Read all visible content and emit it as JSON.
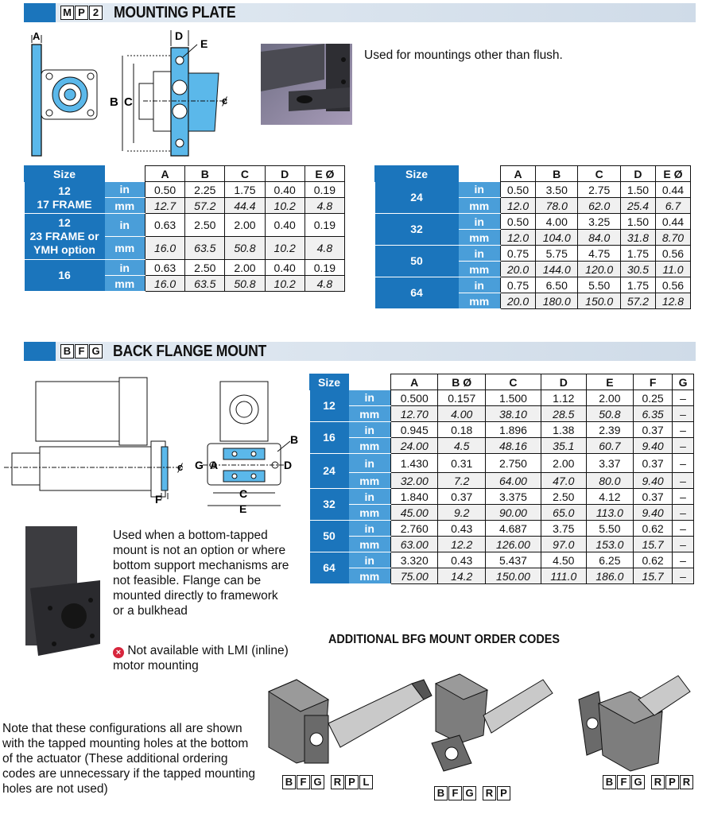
{
  "mp2": {
    "codes": [
      "M",
      "P",
      "2"
    ],
    "title": "MOUNTING PLATE",
    "description": "Used for mountings other than flush.",
    "dim_labels": {
      "a": "A",
      "b": "B",
      "c": "C",
      "d": "D",
      "e": "E",
      "cl": "ȼ"
    },
    "table_left": {
      "header": [
        "Size",
        "A",
        "B",
        "C",
        "D",
        "E Ø"
      ],
      "rows": [
        {
          "size": [
            "12",
            "17 FRAME"
          ],
          "in": [
            "0.50",
            "2.25",
            "1.75",
            "0.40",
            "0.19"
          ],
          "mm": [
            "12.7",
            "57.2",
            "44.4",
            "10.2",
            "4.8"
          ]
        },
        {
          "size": [
            "12",
            "23 FRAME or",
            "YMH option"
          ],
          "in": [
            "0.63",
            "2.50",
            "2.00",
            "0.40",
            "0.19"
          ],
          "mm": [
            "16.0",
            "63.5",
            "50.8",
            "10.2",
            "4.8"
          ]
        },
        {
          "size": [
            "16"
          ],
          "in": [
            "0.63",
            "2.50",
            "2.00",
            "0.40",
            "0.19"
          ],
          "mm": [
            "16.0",
            "63.5",
            "50.8",
            "10.2",
            "4.8"
          ]
        }
      ]
    },
    "table_right": {
      "header": [
        "Size",
        "A",
        "B",
        "C",
        "D",
        "E Ø"
      ],
      "rows": [
        {
          "size": [
            "24"
          ],
          "in": [
            "0.50",
            "3.50",
            "2.75",
            "1.50",
            "0.44"
          ],
          "mm": [
            "12.0",
            "78.0",
            "62.0",
            "25.4",
            "6.7"
          ]
        },
        {
          "size": [
            "32"
          ],
          "in": [
            "0.50",
            "4.00",
            "3.25",
            "1.50",
            "0.44"
          ],
          "mm": [
            "12.0",
            "104.0",
            "84.0",
            "31.8",
            "8.70"
          ]
        },
        {
          "size": [
            "50"
          ],
          "in": [
            "0.75",
            "5.75",
            "4.75",
            "1.75",
            "0.56"
          ],
          "mm": [
            "20.0",
            "144.0",
            "120.0",
            "30.5",
            "11.0"
          ]
        },
        {
          "size": [
            "64"
          ],
          "in": [
            "0.75",
            "6.50",
            "5.50",
            "1.75",
            "0.56"
          ],
          "mm": [
            "20.0",
            "180.0",
            "150.0",
            "57.2",
            "12.8"
          ]
        }
      ]
    }
  },
  "units": {
    "in": "in",
    "mm": "mm"
  },
  "bfg": {
    "codes": [
      "B",
      "F",
      "G"
    ],
    "title": "BACK FLANGE MOUNT",
    "dim_labels": {
      "a": "A",
      "b": "B",
      "c": "C",
      "d": "D",
      "e": "E",
      "f": "F",
      "g": "G",
      "cl": "ȼ"
    },
    "description": "Used when a bottom-tapped mount is not an option or where bottom support mechanisms are not feasible. Flange can be mounted directly to framework or a bulkhead",
    "warning": "Not available with LMI (inline) motor mounting",
    "warning_icon": "x-circle-icon",
    "table": {
      "header": [
        "Size",
        "A",
        "B Ø",
        "C",
        "D",
        "E",
        "F",
        "G"
      ],
      "rows": [
        {
          "size": "12",
          "in": [
            "0.500",
            "0.157",
            "1.500",
            "1.12",
            "2.00",
            "0.25",
            "–"
          ],
          "mm": [
            "12.70",
            "4.00",
            "38.10",
            "28.5",
            "50.8",
            "6.35",
            "–"
          ]
        },
        {
          "size": "16",
          "in": [
            "0.945",
            "0.18",
            "1.896",
            "1.38",
            "2.39",
            "0.37",
            "–"
          ],
          "mm": [
            "24.00",
            "4.5",
            "48.16",
            "35.1",
            "60.7",
            "9.40",
            "–"
          ]
        },
        {
          "size": "24",
          "in": [
            "1.430",
            "0.31",
            "2.750",
            "2.00",
            "3.37",
            "0.37",
            "–"
          ],
          "mm": [
            "32.00",
            "7.2",
            "64.00",
            "47.0",
            "80.0",
            "9.40",
            "–"
          ]
        },
        {
          "size": "32",
          "in": [
            "1.840",
            "0.37",
            "3.375",
            "2.50",
            "4.12",
            "0.37",
            "–"
          ],
          "mm": [
            "45.00",
            "9.2",
            "90.00",
            "65.0",
            "113.0",
            "9.40",
            "–"
          ]
        },
        {
          "size": "50",
          "in": [
            "2.760",
            "0.43",
            "4.687",
            "3.75",
            "5.50",
            "0.62",
            "–"
          ],
          "mm": [
            "63.00",
            "12.2",
            "126.00",
            "97.0",
            "153.0",
            "15.7",
            "–"
          ]
        },
        {
          "size": "64",
          "in": [
            "3.320",
            "0.43",
            "5.437",
            "4.50",
            "6.25",
            "0.62",
            "–"
          ],
          "mm": [
            "75.00",
            "14.2",
            "150.00",
            "111.0",
            "186.0",
            "15.7",
            "–"
          ]
        }
      ]
    },
    "order_codes_title": "ADDITIONAL BFG MOUNT ORDER CODES",
    "order_codes": [
      {
        "prefix": [
          "B",
          "F",
          "G"
        ],
        "suffix": [
          "R",
          "P",
          "L"
        ]
      },
      {
        "prefix": [
          "B",
          "F",
          "G"
        ],
        "suffix": [
          "R",
          "P"
        ]
      },
      {
        "prefix": [
          "B",
          "F",
          "G"
        ],
        "suffix": [
          "R",
          "P",
          "R"
        ]
      }
    ],
    "note": "Note that these configurations all are shown with the tapped mounting holes at the bottom of the actuator (These additional ordering codes are unnecessary if the tapped mounting holes are not used)"
  },
  "colors": {
    "accent": "#1b75bc",
    "accent_light": "#4a9ed9",
    "part_fill": "#5bb8ea"
  }
}
